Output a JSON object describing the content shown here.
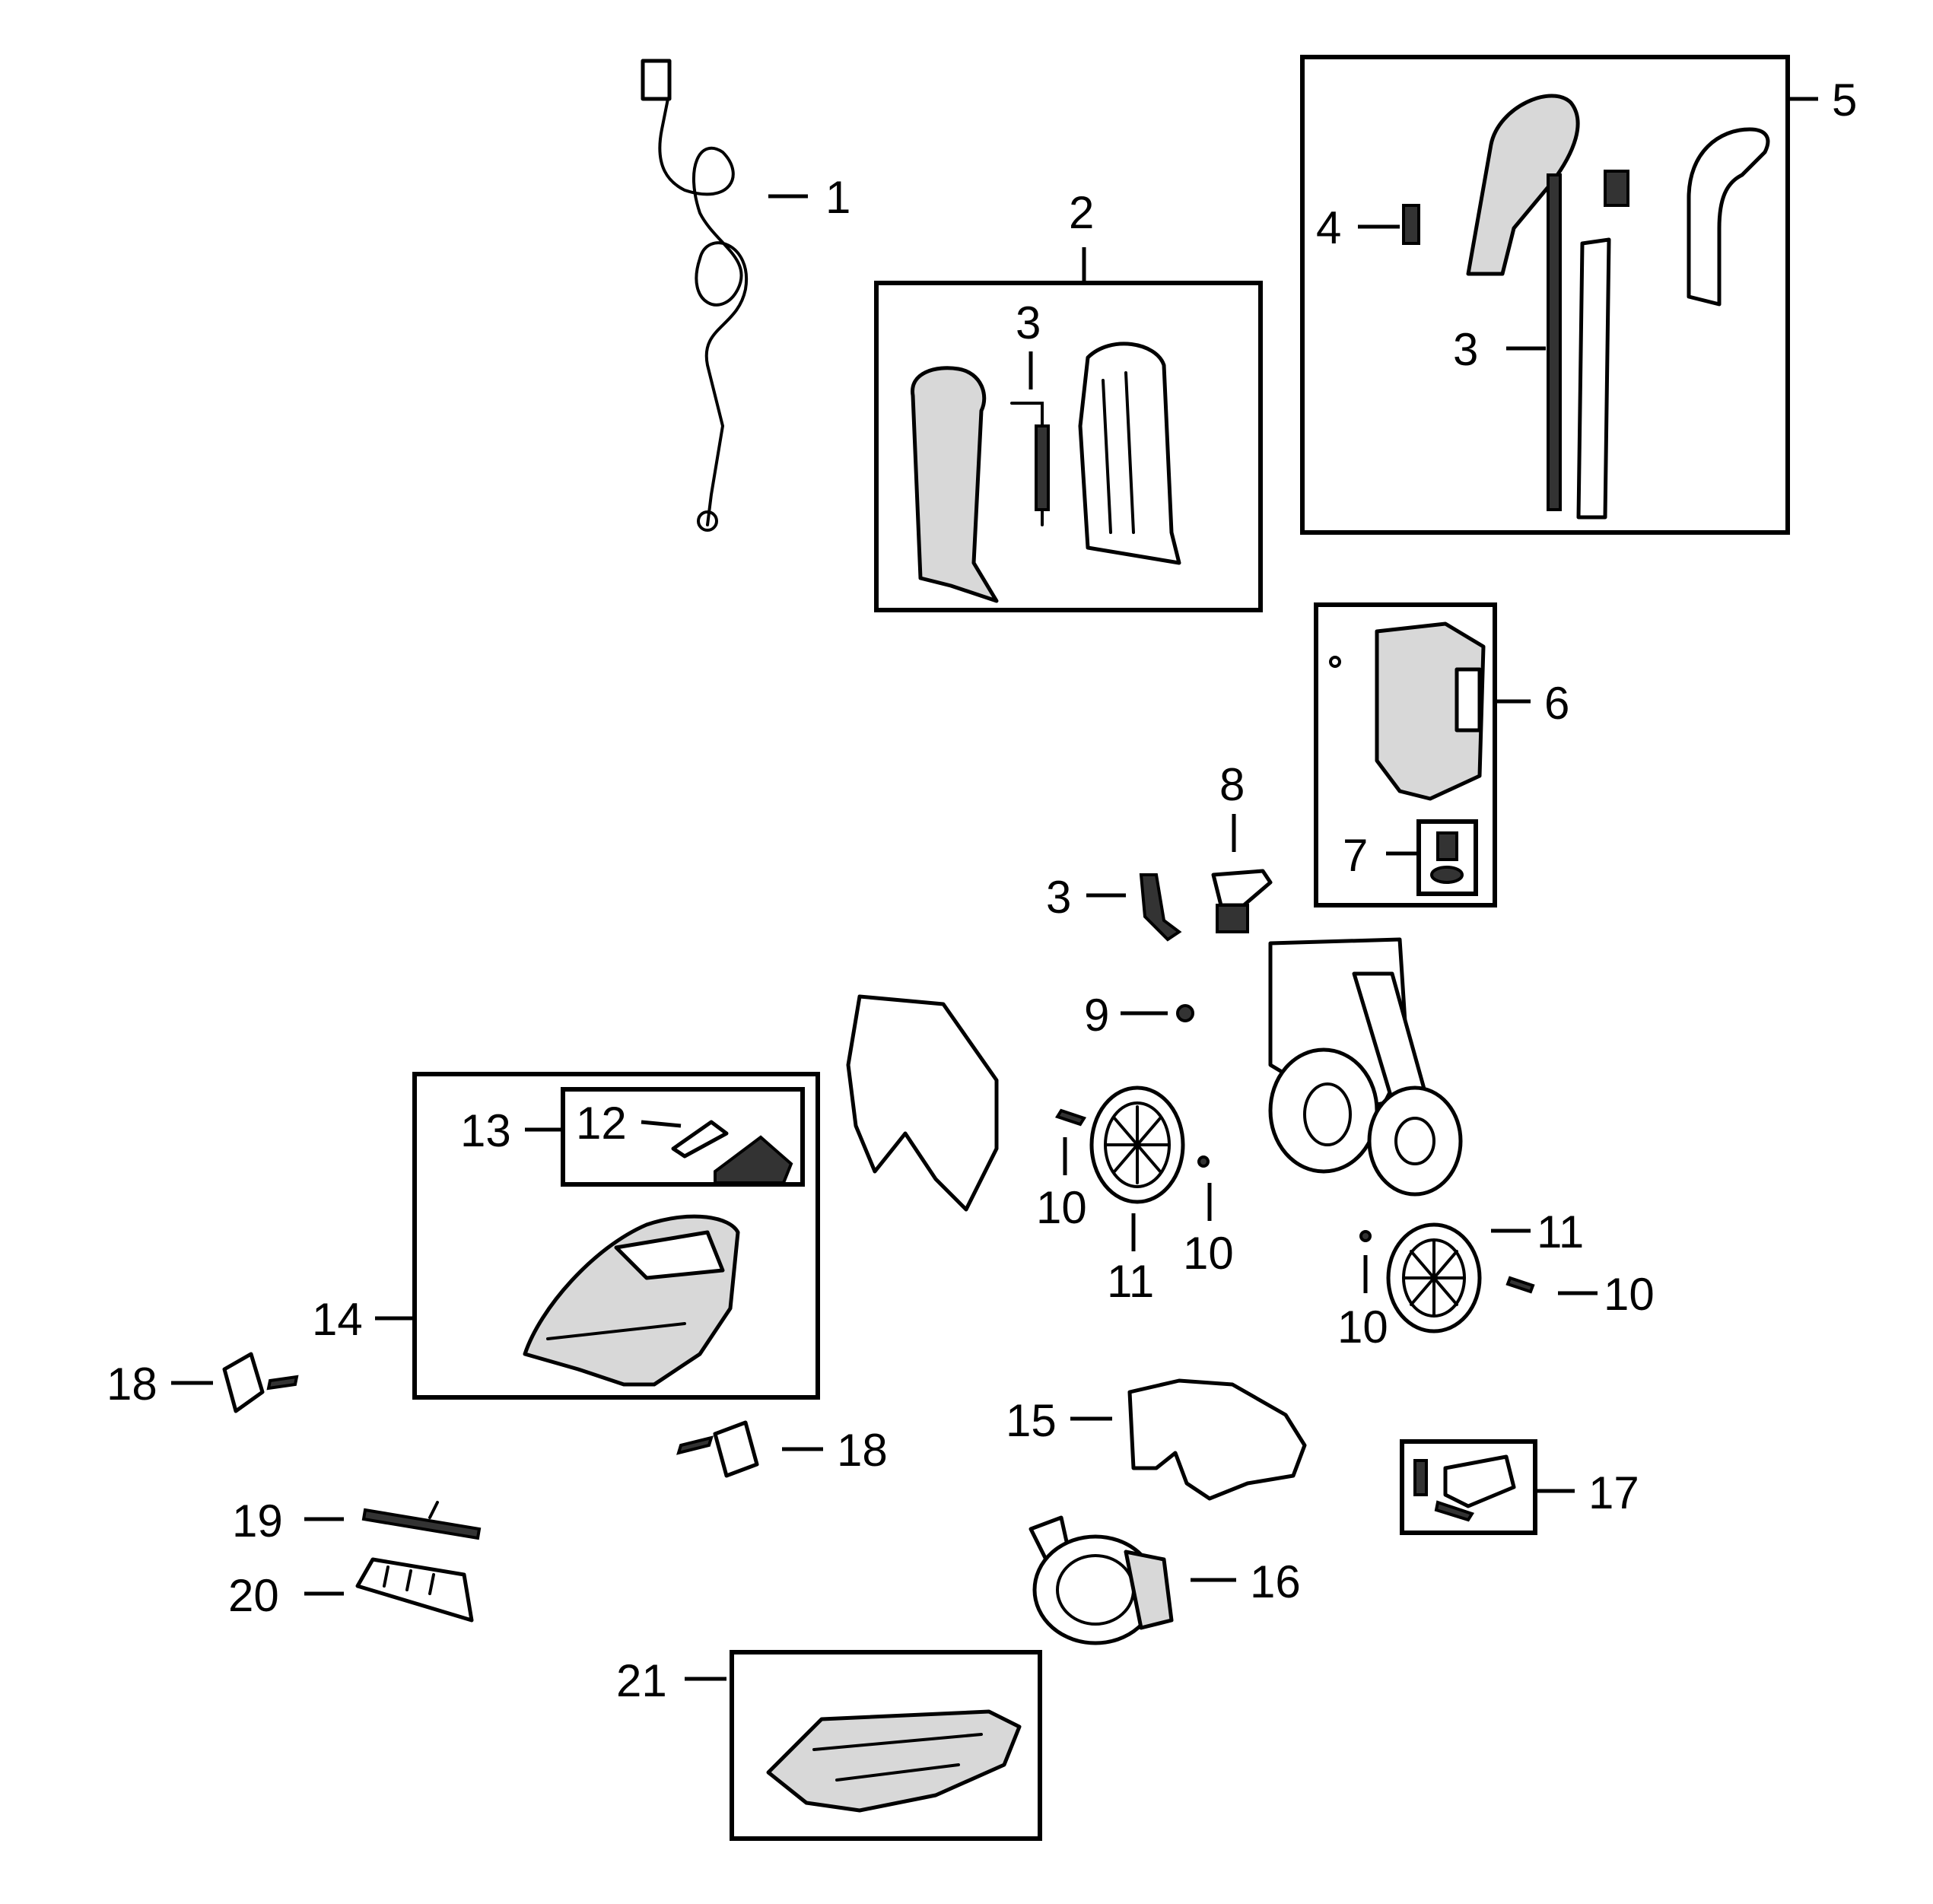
{
  "callouts": {
    "c1": "1",
    "c2": "2",
    "c3_box2": "3",
    "c4": "4",
    "c3_box5": "3",
    "c5": "5",
    "c6": "6",
    "c7": "7",
    "c8": "8",
    "c3_loose": "3",
    "c9": "9",
    "c10_a": "10",
    "c10_b": "10",
    "c11_a": "11",
    "c11_b": "11",
    "c10_c": "10",
    "c10_d": "10",
    "c12": "12",
    "c13": "13",
    "c14": "14",
    "c15": "15",
    "c16": "16",
    "c17": "17",
    "c18_a": "18",
    "c18_b": "18",
    "c19": "19",
    "c20": "20",
    "c21": "21"
  }
}
